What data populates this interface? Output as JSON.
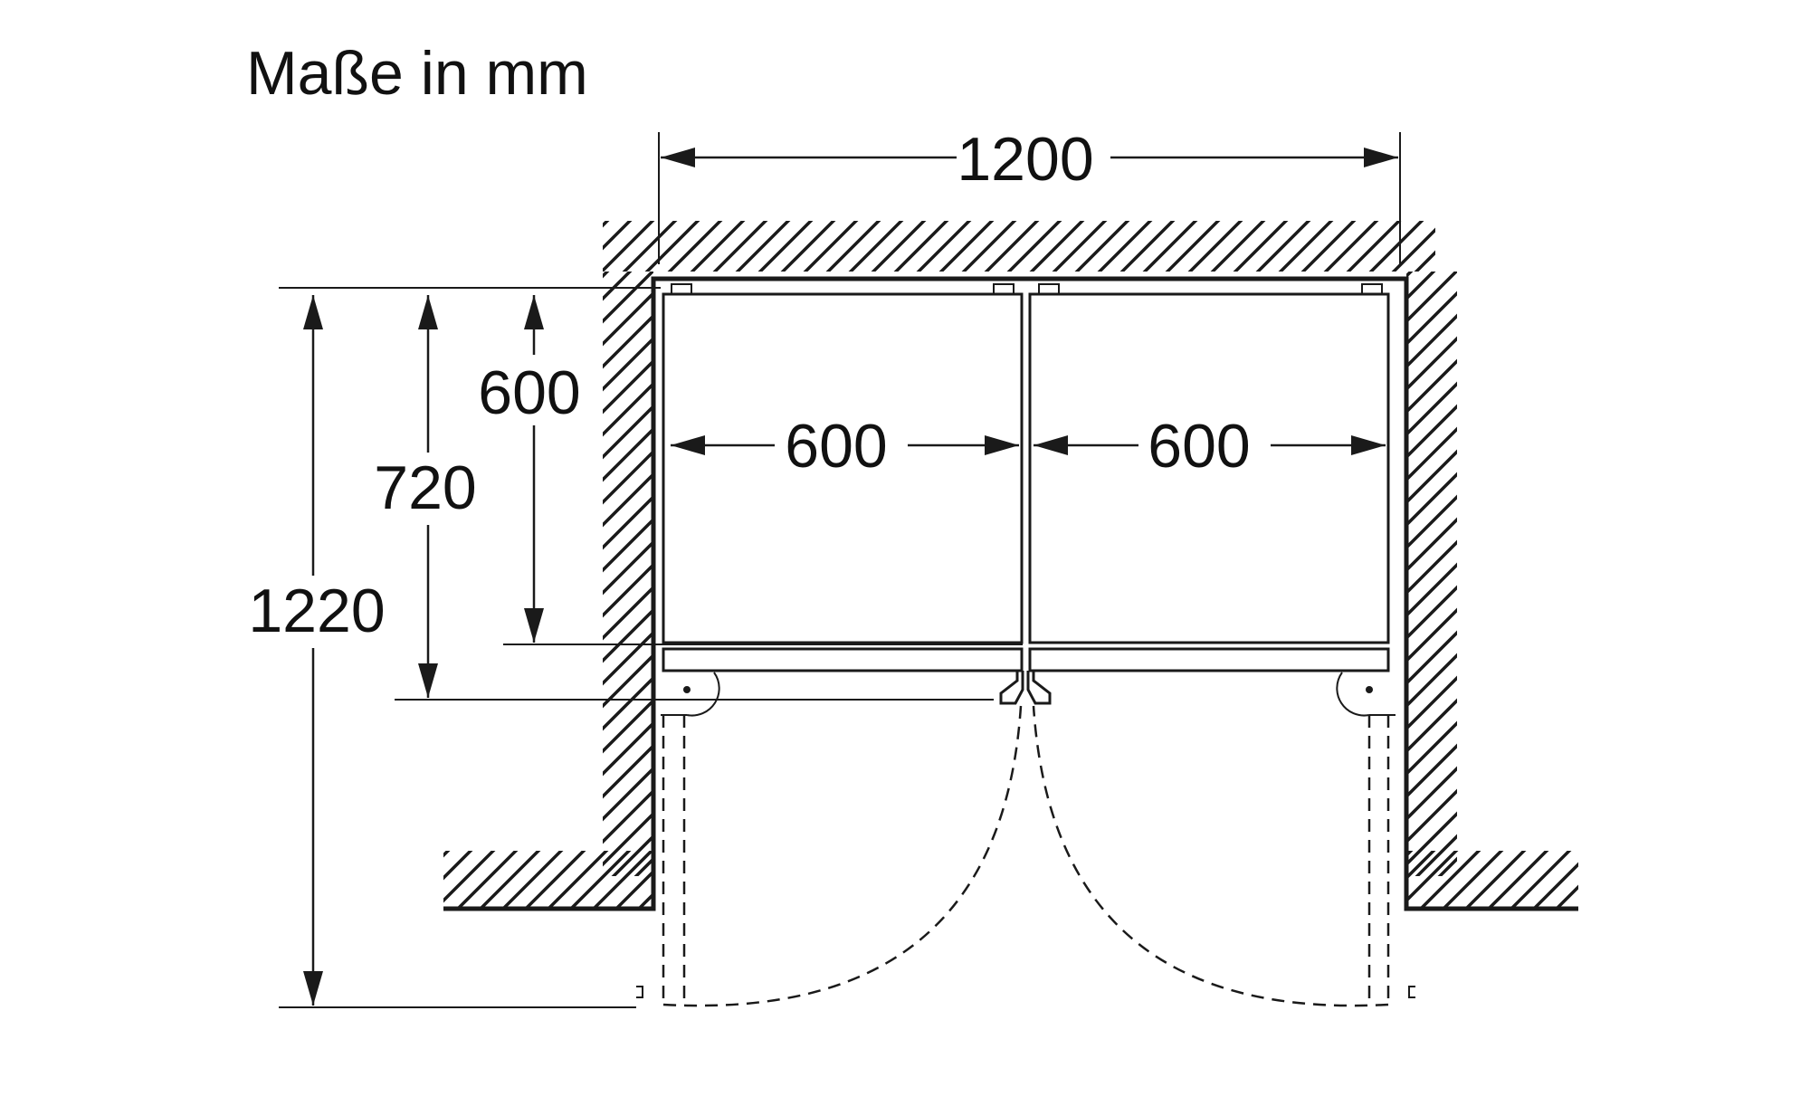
{
  "title": "Maße in mm",
  "dimensions": {
    "total_width": "1200",
    "unit_width_left": "600",
    "unit_width_right": "600",
    "depth_body": "600",
    "depth_with_door": "720",
    "depth_door_open": "1220"
  }
}
